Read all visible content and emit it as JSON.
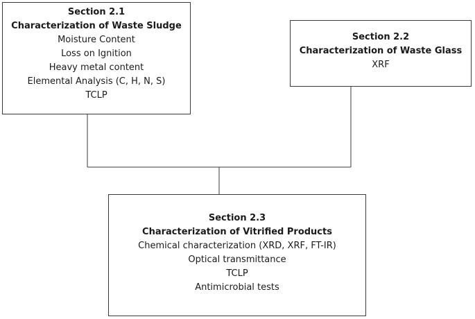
{
  "diagram": {
    "nodes": [
      {
        "id": "section-2-1",
        "lines": [
          {
            "text": "Section 2.1",
            "bold": true
          },
          {
            "text": "Characterization of Waste Sludge",
            "bold": true
          },
          {
            "text": "Moisture Content",
            "bold": false
          },
          {
            "text": "Loss on Ignition",
            "bold": false
          },
          {
            "text": "Heavy metal content",
            "bold": false
          },
          {
            "text": "Elemental Analysis (C, H, N, S)",
            "bold": false
          },
          {
            "text": "TCLP",
            "bold": false
          }
        ]
      },
      {
        "id": "section-2-2",
        "lines": [
          {
            "text": "Section 2.2",
            "bold": true
          },
          {
            "text": "Characterization of Waste Glass",
            "bold": true
          },
          {
            "text": "XRF",
            "bold": false
          }
        ]
      },
      {
        "id": "section-2-3",
        "lines": [
          {
            "text": "Section 2.3",
            "bold": true
          },
          {
            "text": "Characterization of Vitrified Products",
            "bold": true
          },
          {
            "text": "Chemical characterization (XRD, XRF, FT-IR)",
            "bold": false
          },
          {
            "text": "Optical transmittance",
            "bold": false
          },
          {
            "text": "TCLP",
            "bold": false
          },
          {
            "text": "Antimicrobial tests",
            "bold": false
          }
        ]
      }
    ],
    "edges": [
      {
        "from": "section-2-1",
        "to": "section-2-3"
      },
      {
        "from": "section-2-2",
        "to": "section-2-3"
      }
    ],
    "colors": {
      "line": "#3a3a3a",
      "text": "#1a1a1a",
      "background": "#ffffff"
    }
  }
}
